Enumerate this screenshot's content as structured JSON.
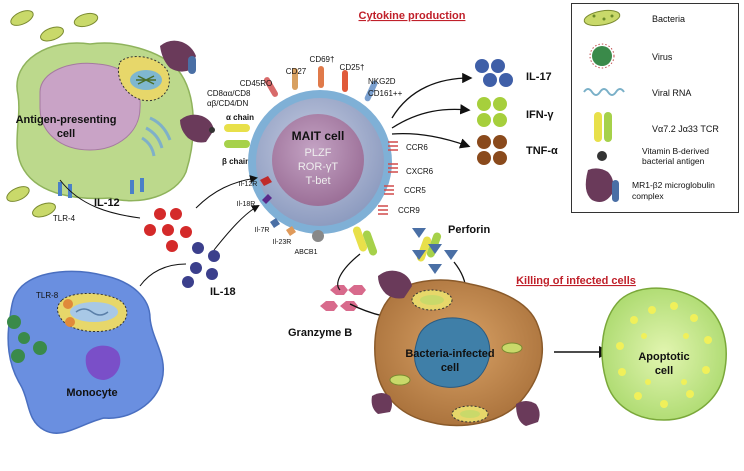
{
  "headings": {
    "cytokine": "Cytokine production",
    "killing": "Killing of infected cells"
  },
  "cells": {
    "apc": "Antigen-presenting cell",
    "apc_line1": "Antigen-presenting",
    "apc_line2": "cell",
    "mait_title": "MAIT cell",
    "mait_tf": [
      "PLZF",
      "ROR-γT",
      "T-bet"
    ],
    "monocyte": "Monocyte",
    "infected_line1": "Bacteria-infected",
    "infected_line2": "cell",
    "apoptotic_line1": "Apoptotic",
    "apoptotic_line2": "cell"
  },
  "labels": {
    "tlr4": "TLR-4",
    "tlr8": "TLR-8",
    "alpha_chain": "α chain",
    "beta_chain": "β chain",
    "cd8": "CD8αα/CD8",
    "cd4": "αβ/CD4/DN",
    "cd45ro": "CD45RO",
    "cd27": "CD27",
    "cd69": "CD69†",
    "cd25": "CD25†",
    "nkg2d": "NKG2D",
    "cd161": "CD161++",
    "il12r": "Il-12R",
    "il18r": "Il-18R",
    "il7r": "Il-7R",
    "il23r": "Il-23R",
    "abcb1": "ABCB1",
    "ccr6": "CCR6",
    "cxcr6": "CXCR6",
    "ccr5": "CCR5",
    "ccr9": "CCR9"
  },
  "molecules": {
    "il12": "IL-12",
    "il18": "IL-18",
    "il17": "IL-17",
    "ifng": "IFN-γ",
    "tnfa": "TNF-α",
    "perforin": "Perforin",
    "granzyme": "Granzyme B"
  },
  "legend": {
    "bacteria": "Bacteria",
    "virus": "Virus",
    "viral_rna": "Viral RNA",
    "tcr": "Vα7.2 Jα33 TCR",
    "antigen_line1": "Vitamin B-derived",
    "antigen_line2": "bacterial antigen",
    "mr1_line1": "MR1-β2 microglobulin",
    "mr1_line2": "complex"
  },
  "colors": {
    "heading": "#c0202a",
    "apc": "#b9d98a",
    "mait": "#9aa8c6",
    "monocyte": "#6a8fe0",
    "infected": "#c48a4e",
    "apoptotic": "#b9e27a",
    "il12": "#d42a2a",
    "il18": "#3b3f8c",
    "il17": "#3f5fa8",
    "ifng": "#a6cf3c",
    "tnfa": "#8a4a1c",
    "perforin": "#4a6fa5",
    "granzyme": "#d86a8c",
    "mr1": "#6a3a5a"
  }
}
